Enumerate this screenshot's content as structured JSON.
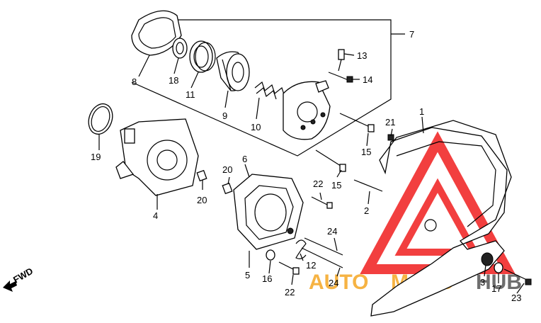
{
  "diagram": {
    "callouts": [
      {
        "id": "c1",
        "text": "1"
      },
      {
        "id": "c2",
        "text": "2"
      },
      {
        "id": "c3",
        "text": "3"
      },
      {
        "id": "c4",
        "text": "4"
      },
      {
        "id": "c5",
        "text": "5"
      },
      {
        "id": "c6",
        "text": "6"
      },
      {
        "id": "c7",
        "text": "7"
      },
      {
        "id": "c8",
        "text": "8"
      },
      {
        "id": "c9",
        "text": "9"
      },
      {
        "id": "c10",
        "text": "10"
      },
      {
        "id": "c11",
        "text": "11"
      },
      {
        "id": "c12",
        "text": "12"
      },
      {
        "id": "c13",
        "text": "13"
      },
      {
        "id": "c14",
        "text": "14"
      },
      {
        "id": "c15a",
        "text": "15"
      },
      {
        "id": "c15b",
        "text": "15"
      },
      {
        "id": "c16",
        "text": "16"
      },
      {
        "id": "c17",
        "text": "17"
      },
      {
        "id": "c18",
        "text": "18"
      },
      {
        "id": "c19",
        "text": "19"
      },
      {
        "id": "c20a",
        "text": "20"
      },
      {
        "id": "c20b",
        "text": "20"
      },
      {
        "id": "c21",
        "text": "21"
      },
      {
        "id": "c22a",
        "text": "22"
      },
      {
        "id": "c22b",
        "text": "22"
      },
      {
        "id": "c23",
        "text": "23"
      },
      {
        "id": "c24a",
        "text": "24"
      },
      {
        "id": "c24b",
        "text": "24"
      }
    ],
    "fwd_label": "FWD"
  },
  "watermark": {
    "text_a": "AUTO",
    "text_b": "MOTO",
    "text_c": "HUB",
    "colors": {
      "red": "#f01e1e",
      "orange": "#f5a623",
      "grey": "#555555"
    }
  }
}
